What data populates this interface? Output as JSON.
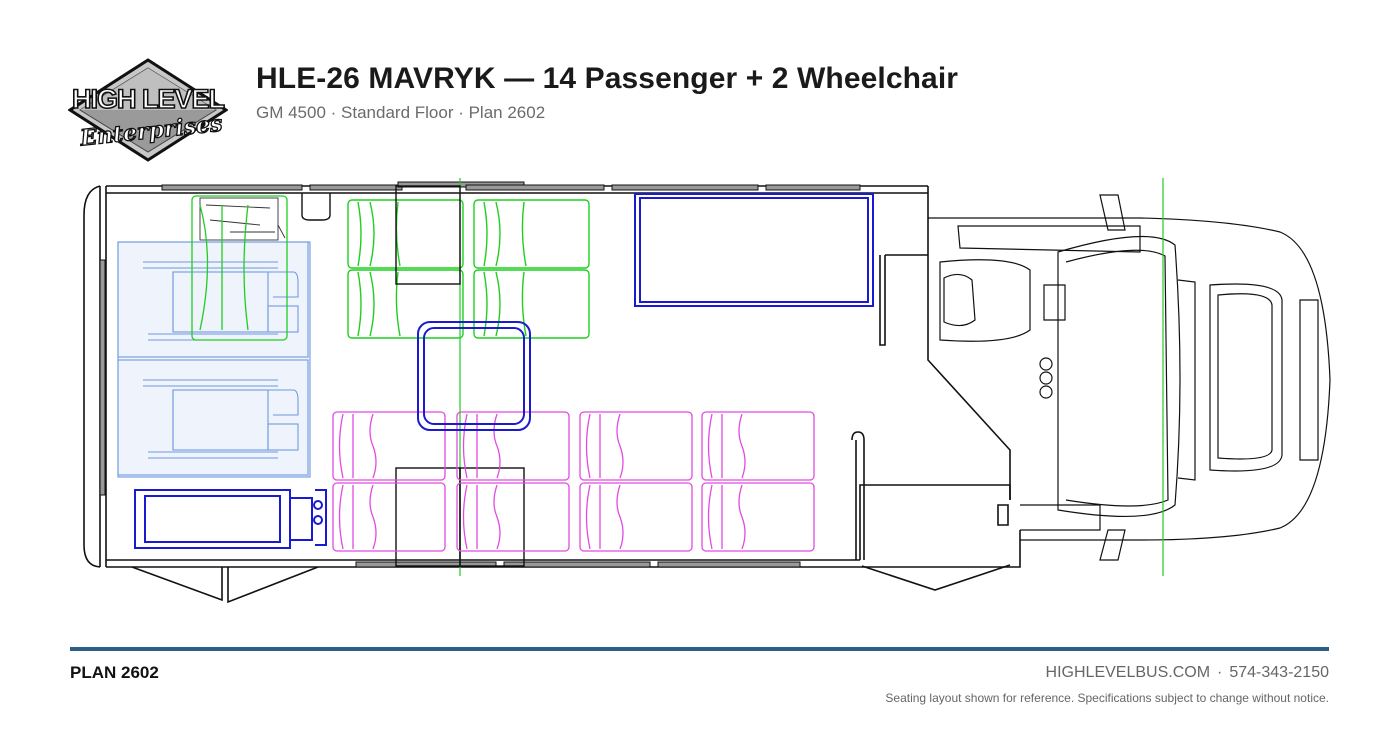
{
  "header": {
    "logo": {
      "line1": "HIGH LEVEL",
      "line2": "Enterprises"
    },
    "title": "HLE-26 MAVRYK — 14 Passenger + 2 Wheelchair",
    "subtitle": "GM 4500 · Standard Floor · Plan 2602"
  },
  "colors": {
    "outline": "#111111",
    "wheelchair": "#6f9ae0",
    "front_seats": "#1fcf1f",
    "rear_seats": "#e24be2",
    "fixtures": "#1a1ad0",
    "centerline": "#22cc22",
    "rule": "#2d5f86"
  },
  "footer": {
    "plan_code": "PLAN 2602",
    "website": "HIGHLEVELBUS.COM",
    "separator": "·",
    "phone": "574-343-2150",
    "disclaimer": "Seating layout shown for reference. Specifications subject to change without notice."
  }
}
